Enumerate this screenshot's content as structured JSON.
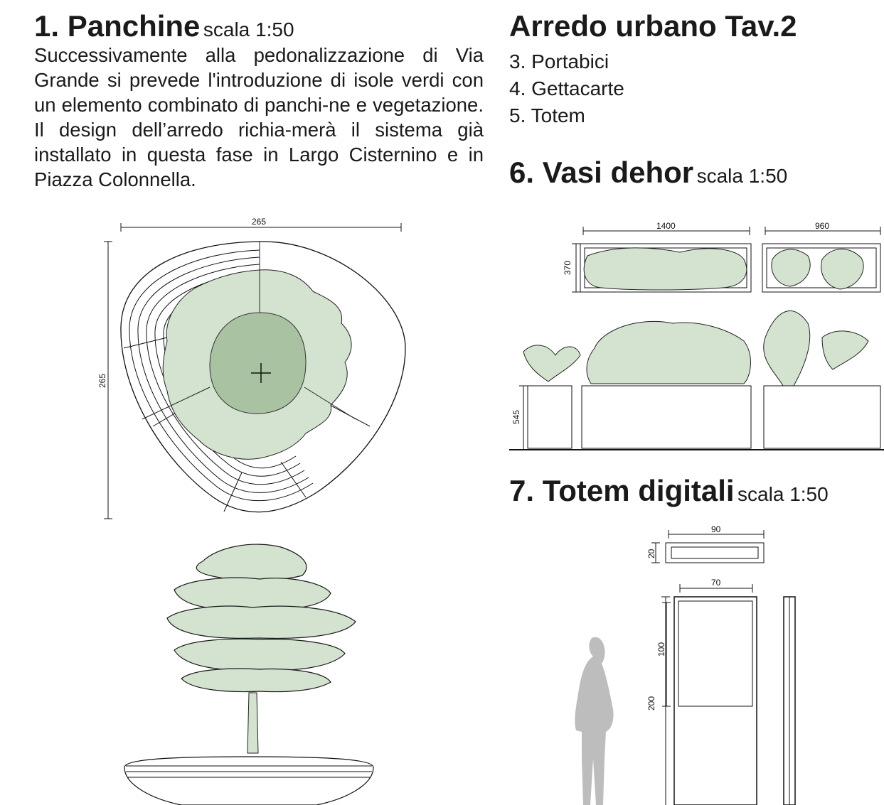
{
  "left": {
    "heading_title": "1. Panchine",
    "heading_scale": "scala 1:50",
    "paragraph": "Successivamente alla pedonalizzazione di Via Grande si prevede l'introduzione di isole verdi con un elemento combinato di panchi-ne e vegetazione. Il design dell’arredo richia-merà il sistema già installato in questa fase in Largo Cisternino e in Piazza Colonnella.",
    "plan_dim_width": "265",
    "plan_dim_height": "265"
  },
  "right": {
    "main_title": "Arredo urbano Tav.2",
    "list": [
      "3. Portabici",
      "4. Gettacarte",
      "5. Totem"
    ],
    "vasi_title": "6. Vasi dehor",
    "vasi_scale": "scala 1:50",
    "vasi_dims": {
      "long": "1400",
      "short": "960",
      "depth": "370",
      "height": "545"
    },
    "totem_title": "7. Totem digitali",
    "totem_scale": "scala 1:50",
    "totem_dims": {
      "plan_width": "90",
      "plan_depth": "20",
      "width": "70",
      "screen": "100",
      "total": "200"
    }
  },
  "colors": {
    "foliage": "#d3e3d0",
    "foliage_dark": "#9cb894",
    "silhouette": "#bdbdbd"
  }
}
